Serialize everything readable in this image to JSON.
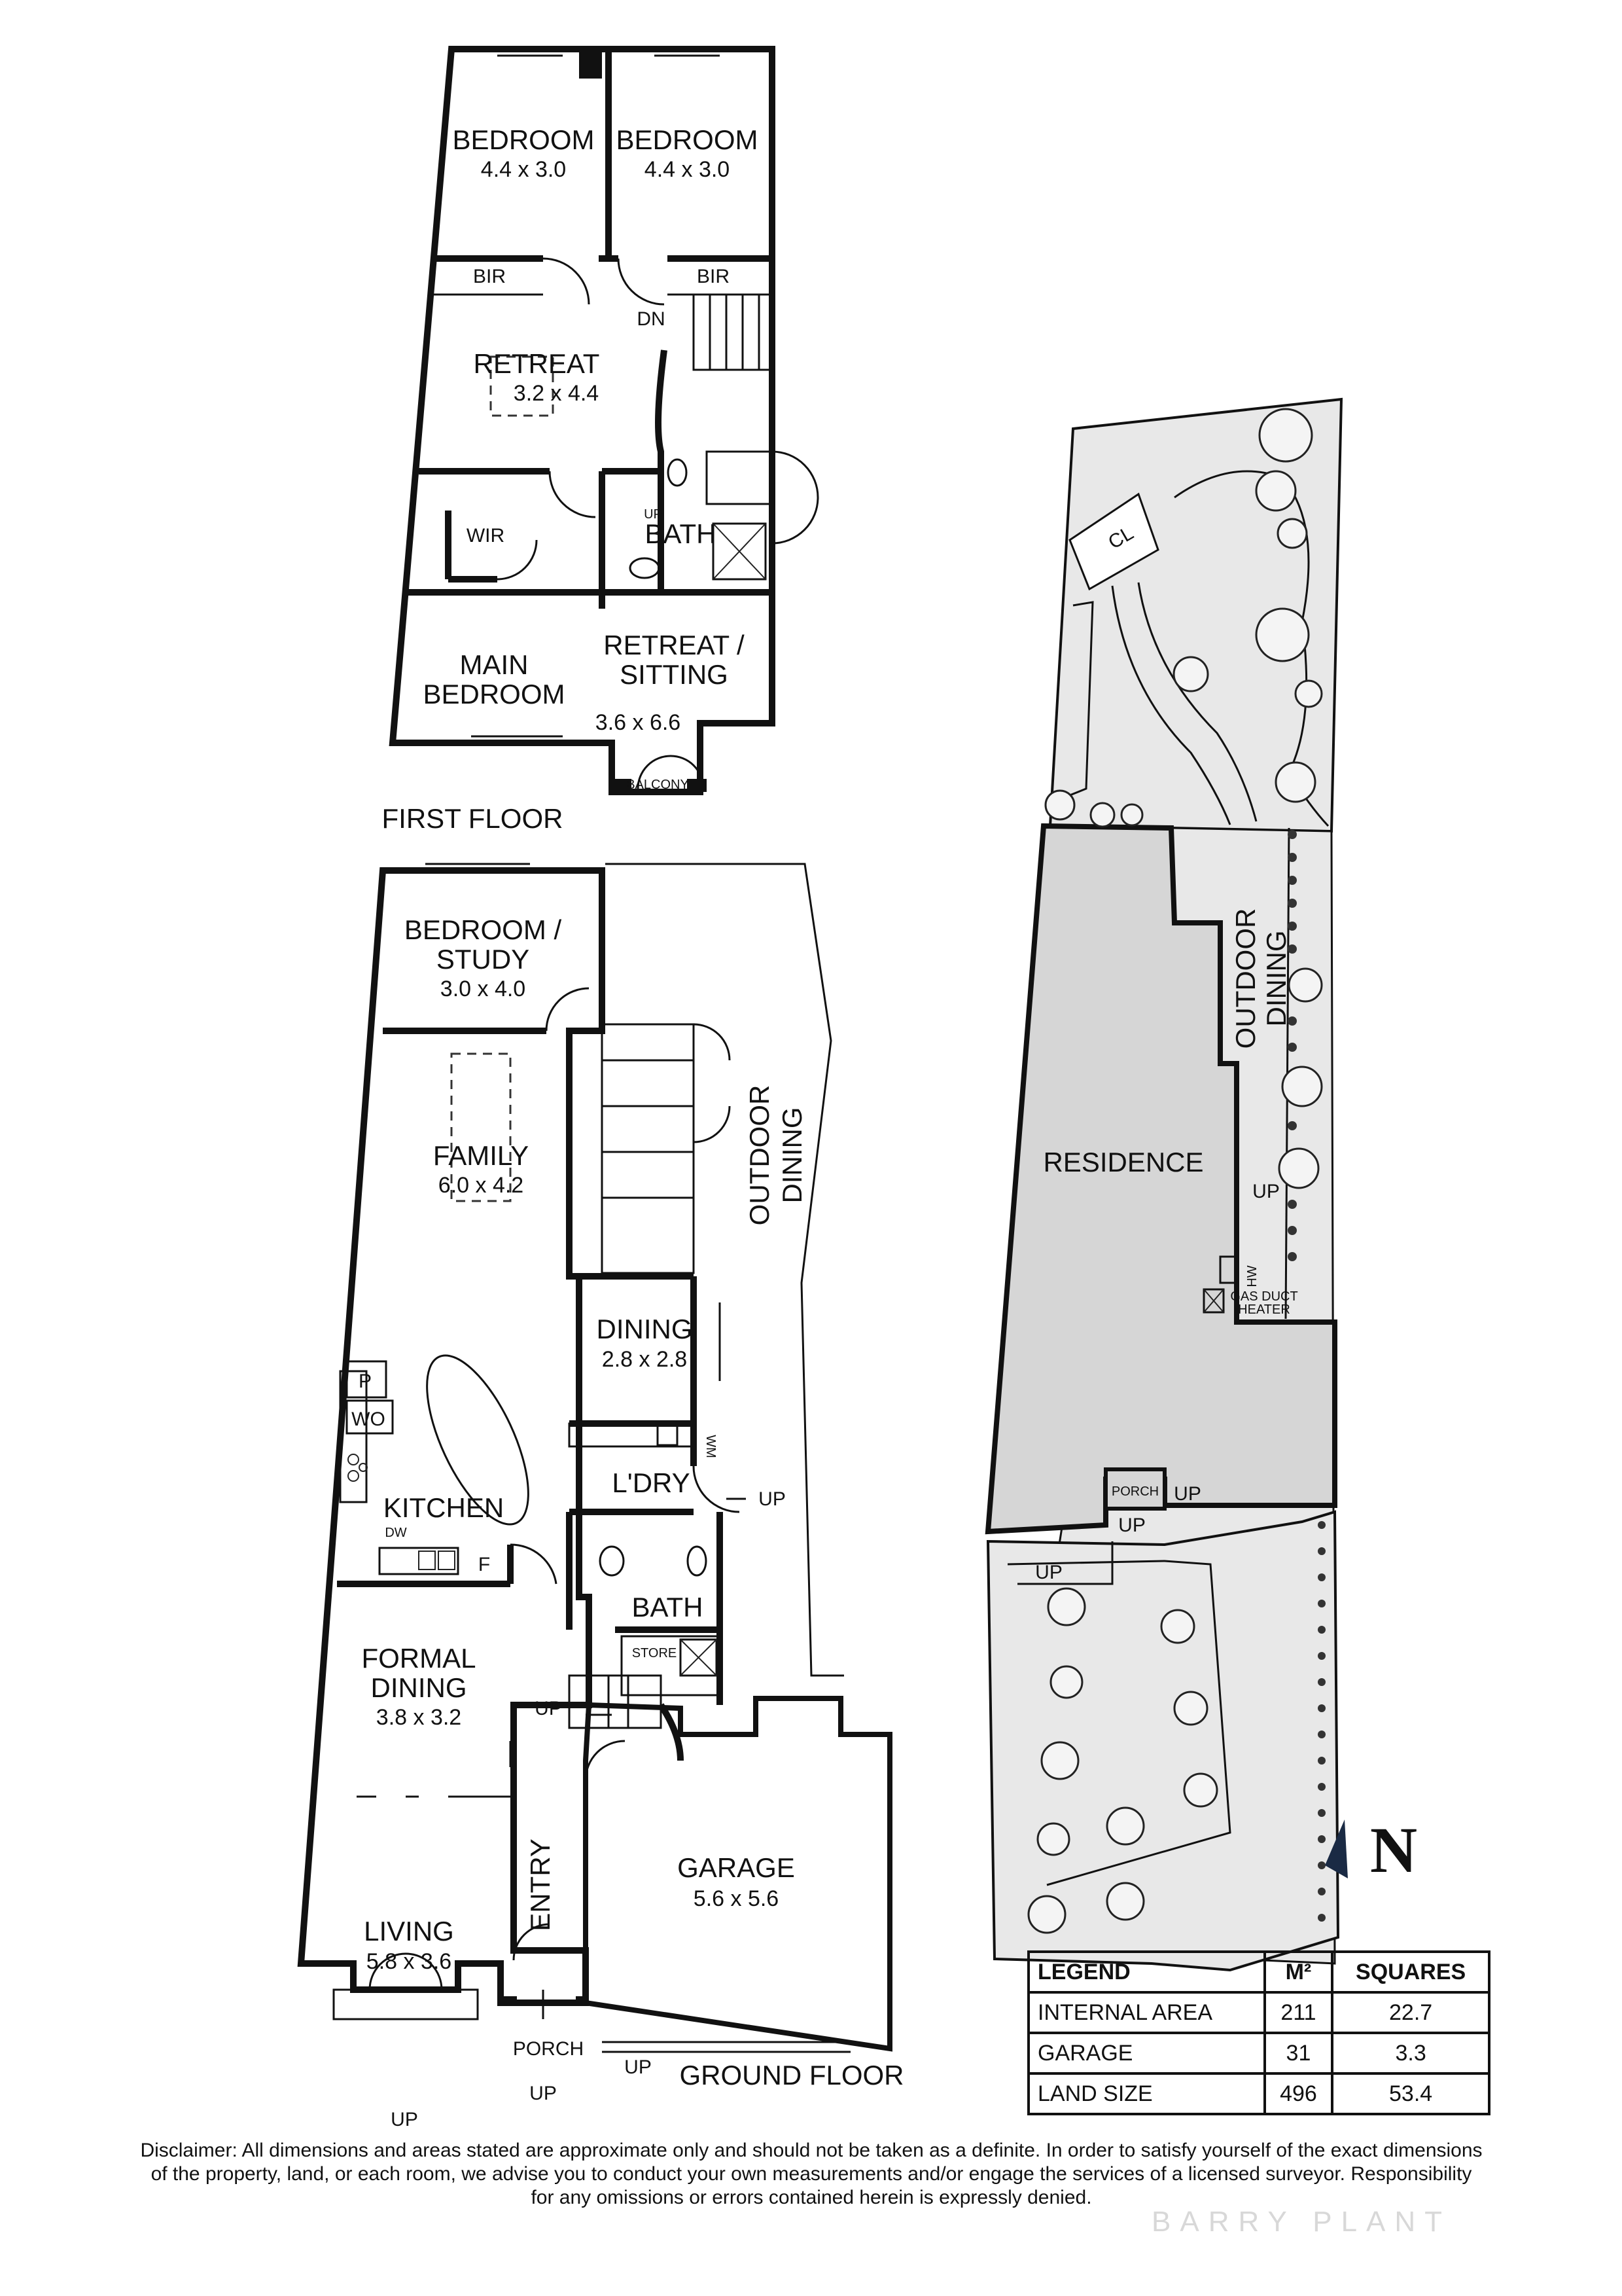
{
  "first_floor": {
    "title": "FIRST FLOOR",
    "bedroom1": {
      "name": "BEDROOM",
      "size": "4.4 x 3.0"
    },
    "bedroom2": {
      "name": "BEDROOM",
      "size": "4.4 x 3.0"
    },
    "bir1": "BIR",
    "bir2": "BIR",
    "dn": "DN",
    "retreat": {
      "name": "RETREAT",
      "size": "3.2 x 4.4"
    },
    "wir": "WIR",
    "up": "UP",
    "bath": "BATH",
    "main_bedroom": {
      "name_line1": "MAIN",
      "name_line2": "BEDROOM",
      "size": "3.6 x 6.6"
    },
    "retreat_sitting": {
      "name_line1": "RETREAT /",
      "name_line2": "SITTING"
    },
    "balcony": "BALCONY"
  },
  "ground_floor": {
    "title": "GROUND FLOOR",
    "bedroom_study": {
      "name_line1": "BEDROOM /",
      "name_line2": "STUDY",
      "size": "3.0 x 4.0"
    },
    "family": {
      "name": "FAMILY",
      "size": "6.0 x 4.2"
    },
    "outdoor_dining_line1": "OUTDOOR",
    "outdoor_dining_line2": "DINING",
    "dining": {
      "name": "DINING",
      "size": "2.8 x 2.8"
    },
    "pantry": "P",
    "wall_oven": "WO",
    "wm": "WM",
    "ldry": "L'DRY",
    "up_ldry": "UP",
    "kitchen": "KITCHEN",
    "dw": "DW",
    "fridge": "F",
    "bath": "BATH",
    "store": "STORE",
    "formal_dining": {
      "name_line1": "FORMAL",
      "name_line2": "DINING",
      "size": "3.8 x 3.2"
    },
    "up_stair": "UP",
    "garage": {
      "name": "GARAGE",
      "size": "5.6 x 5.6"
    },
    "living": {
      "name": "LIVING",
      "size": "5.8 x 3.6"
    },
    "entry": "ENTRY",
    "porch": "PORCH",
    "up_porch": "UP",
    "up_porch2": "UP",
    "up_front": "UP"
  },
  "site_plan": {
    "cl": "CL",
    "outdoor_dining_line1": "OUTDOOR",
    "outdoor_dining_line2": "DINING",
    "residence": "RESIDENCE",
    "up_side": "UP",
    "hw": "HW",
    "gas_duct_line1": "GAS DUCT",
    "gas_duct_line2": "HEATER",
    "porch": "PORCH",
    "up_porch": "UP",
    "up_porch_b": "UP",
    "up_front": "UP",
    "north": "N"
  },
  "legend": {
    "headers": [
      "LEGEND",
      "M²",
      "SQUARES"
    ],
    "rows": [
      [
        "INTERNAL AREA",
        "211",
        "22.7"
      ],
      [
        "GARAGE",
        "31",
        "3.3"
      ],
      [
        "LAND SIZE",
        "496",
        "53.4"
      ]
    ]
  },
  "disclaimer": {
    "line1": "Disclaimer: All dimensions and areas stated are approximate only and should not be taken as a definite. In order to satisfy yourself of the exact dimensions",
    "line2": "of the property, land, or each room, we advise you to conduct your own measurements and/or engage the services of a licensed surveyor. Responsibility",
    "line3": "for any omissions or errors contained herein is expressly denied."
  },
  "watermark": "BARRY PLANT"
}
